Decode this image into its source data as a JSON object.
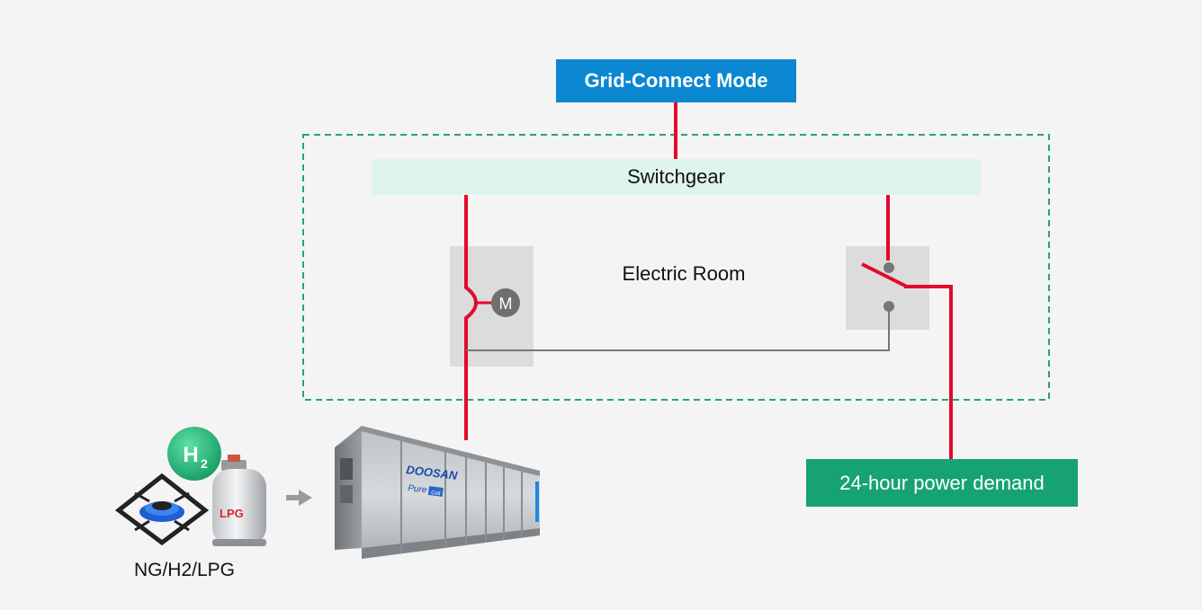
{
  "mode": {
    "label": "Grid-Connect Mode"
  },
  "switchgear": {
    "label": "Switchgear"
  },
  "electric_room": {
    "label": "Electric Room"
  },
  "motor": {
    "label": "M"
  },
  "demand": {
    "label": "24-hour power demand"
  },
  "fuel": {
    "label": "NG/H2/LPG",
    "h2_badge": "H",
    "h2_subscript": "2",
    "lpg_text": "LPG"
  },
  "fuel_cell": {
    "brand": "DOOSAN",
    "model": "Pure",
    "model_badge": "Cell"
  },
  "colors": {
    "mode_box": "#0a87d0",
    "demand_box": "#17a276",
    "power_line": "#e30a2a",
    "control_line": "#777777",
    "boundary": "#24a66e",
    "switchgear_band": "#dff4ee",
    "device_panel": "#dcdcdc"
  }
}
